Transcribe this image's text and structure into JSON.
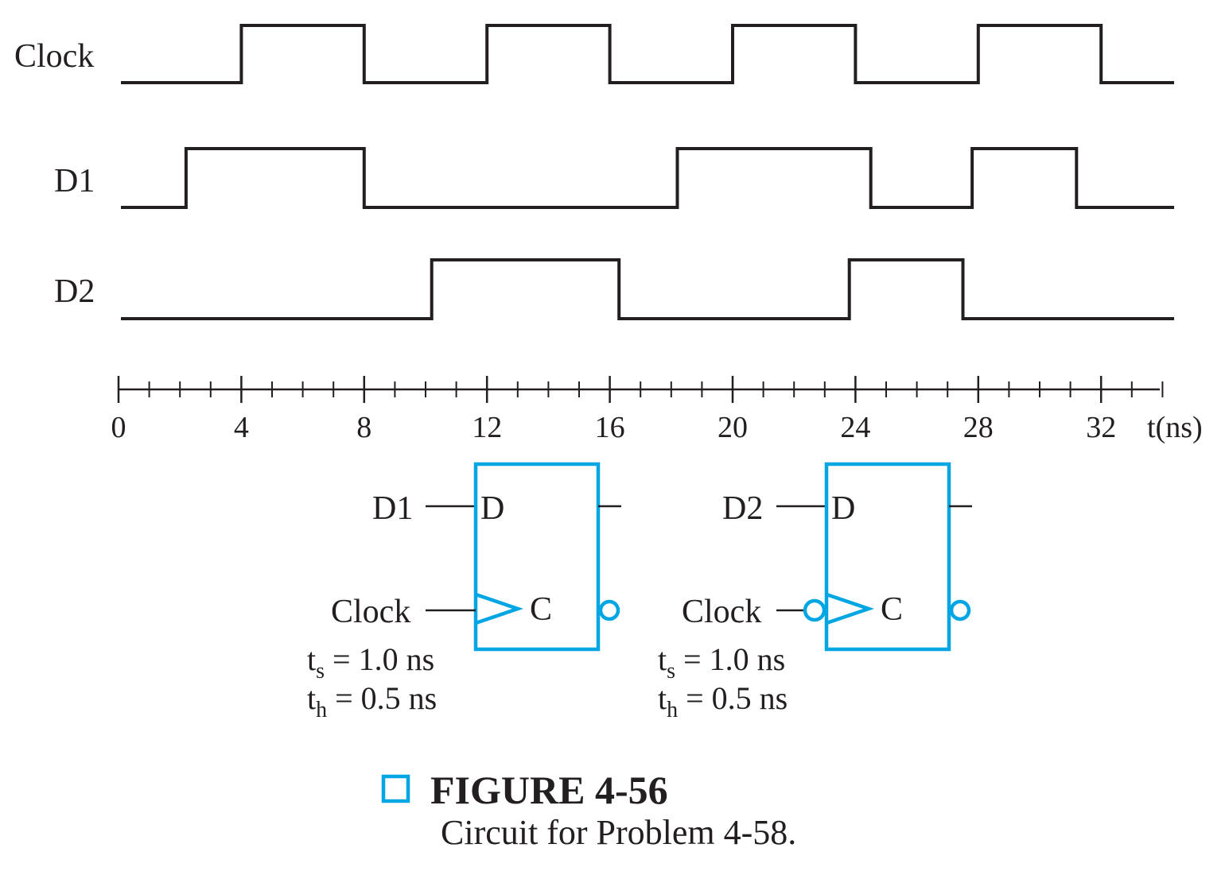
{
  "timing": {
    "signals": [
      {
        "name": "Clock",
        "initial": 0,
        "transitions": [
          4,
          8,
          12,
          16,
          20,
          24,
          28,
          32
        ]
      },
      {
        "name": "D1",
        "initial": 0,
        "transitions": [
          2.2,
          8,
          18.2,
          24.5,
          27.8,
          31.2
        ]
      },
      {
        "name": "D2",
        "initial": 0,
        "transitions": [
          10.2,
          16.3,
          23.8,
          27.5
        ]
      }
    ],
    "t_start": 0,
    "t_end": 34,
    "axis": {
      "ticks": [
        "0",
        "4",
        "8",
        "12",
        "16",
        "20",
        "24",
        "28",
        "32"
      ],
      "tick_values": [
        0,
        4,
        8,
        12,
        16,
        20,
        24,
        28,
        32
      ],
      "minor_step": 1,
      "unit_label": "t(ns)"
    }
  },
  "flipflops": [
    {
      "input_label": "D1",
      "d_pin": "D",
      "clock_label": "Clock",
      "c_pin": "C",
      "clock_inverted": false,
      "ts_label": "t",
      "ts_sub": "s",
      "ts_value": " = 1.0 ns",
      "th_label": "t",
      "th_sub": "h",
      "th_value": " = 0.5 ns"
    },
    {
      "input_label": "D2",
      "d_pin": "D",
      "clock_label": "Clock",
      "c_pin": "C",
      "clock_inverted": true,
      "ts_label": "t",
      "ts_sub": "s",
      "ts_value": " = 1.0 ns",
      "th_label": "t",
      "th_sub": "h",
      "th_value": " = 0.5 ns"
    }
  ],
  "figure": {
    "title": "FIGURE 4-56",
    "caption": "Circuit for Problem 4-58."
  },
  "colors": {
    "accent": "#00a6e3",
    "line": "#231f20"
  }
}
